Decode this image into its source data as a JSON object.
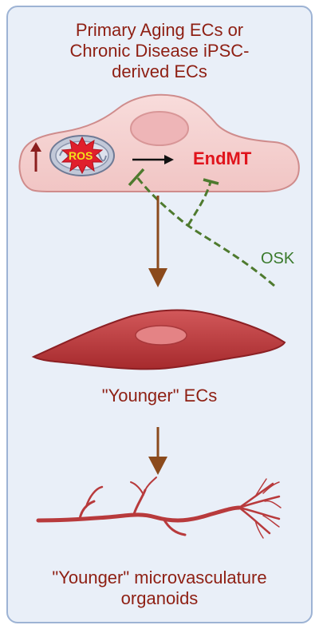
{
  "title_lines": [
    "Primary Aging ECs or",
    "Chronic Disease iPSC-",
    "derived ECs"
  ],
  "labels": {
    "ros": "ROS",
    "endmt": "EndMT",
    "osk": "OSK",
    "younger_ecs": "\"Younger\" ECs",
    "organoids_line1": "\"Younger\" microvasculature",
    "organoids_line2": "organoids"
  },
  "colors": {
    "panel_bg": "#e9eff8",
    "panel_border": "#9db3d4",
    "text": "#8e1f13",
    "endmt": "#e0141c",
    "osk": "#3a7a2c",
    "arrow": "#8b4a1c",
    "cell_fill": "#f6d3d2",
    "vessel": "#b83a3c"
  }
}
